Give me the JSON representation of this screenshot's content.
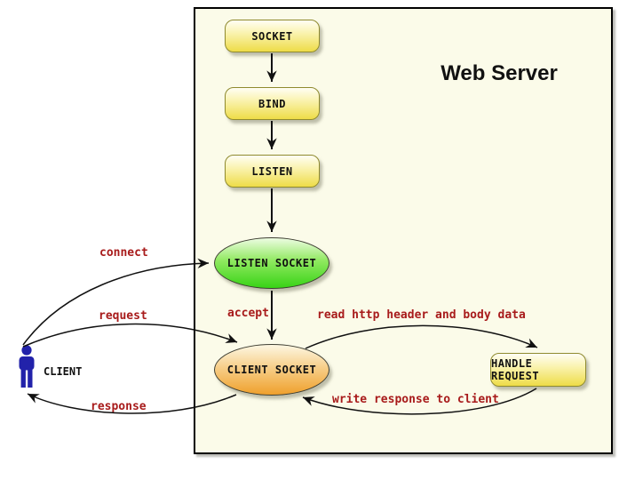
{
  "diagram": {
    "title": "Web Server",
    "nodes": {
      "socket": "SOCKET",
      "bind": "BIND",
      "listen": "LISTEN",
      "listen_socket": "LISTEN SOCKET",
      "client_socket": "CLIENT SOCKET",
      "handle_request": "HANDLE REQUEST"
    },
    "actor": {
      "label": "CLIENT"
    },
    "edge_labels": {
      "connect": "connect",
      "request": "request",
      "response": "response",
      "accept": "accept",
      "read": "read http header and body data",
      "write": "write response to client"
    },
    "colors": {
      "server_background": "#fbfbe9",
      "server_border": "#000000",
      "node_yellow_top": "#fffef4",
      "node_yellow_bottom": "#eedc48",
      "node_yellow_border": "#8f8a2e",
      "ellipse_green_top": "#edfce2",
      "ellipse_green_bottom": "#38d316",
      "ellipse_orange_top": "#fdf7e2",
      "ellipse_orange_bottom": "#efa02c",
      "edge_label_red": "#a81b1b",
      "actor_blue": "#2222aa",
      "arrow_black": "#111111"
    }
  }
}
